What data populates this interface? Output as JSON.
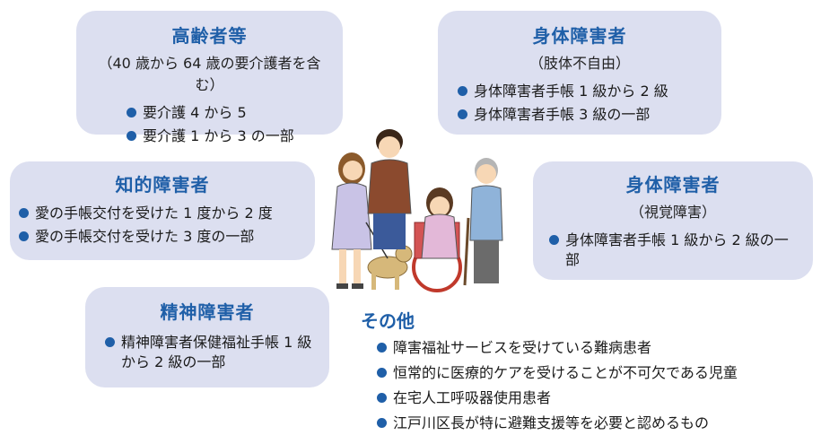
{
  "elderly": {
    "title": "高齢者等",
    "sub": "（40 歳から 64 歳の要介護者を含む）",
    "items": [
      "要介護 4 から 5",
      "要介護 1 から 3 の一部"
    ]
  },
  "physical_limb": {
    "title": "身体障害者",
    "sub": "（肢体不自由）",
    "items": [
      "身体障害者手帳 1 級から 2 級",
      "身体障害者手帳 3 級の一部"
    ]
  },
  "intellectual": {
    "title": "知的障害者",
    "items": [
      "愛の手帳交付を受けた 1 度から 2 度",
      "愛の手帳交付を受けた 3 度の一部"
    ]
  },
  "physical_visual": {
    "title": "身体障害者",
    "sub": "（視覚障害）",
    "items": [
      "身体障害者手帳 1 級から 2 級の一部"
    ]
  },
  "mental": {
    "title": "精神障害者",
    "items": [
      "精神障害者保健福祉手帳 1 級から 2 級の一部"
    ]
  },
  "others": {
    "title": "その他",
    "items": [
      "障害福祉サービスを受けている難病患者",
      "恒常的に医療的ケアを受けることが不可欠である児童",
      "在宅人工呼吸器使用患者",
      "江戸川区長が特に避難支援等を必要と認めるもの"
    ]
  },
  "colors": {
    "box": "#dcdff0",
    "accent": "#1f5fa8"
  }
}
